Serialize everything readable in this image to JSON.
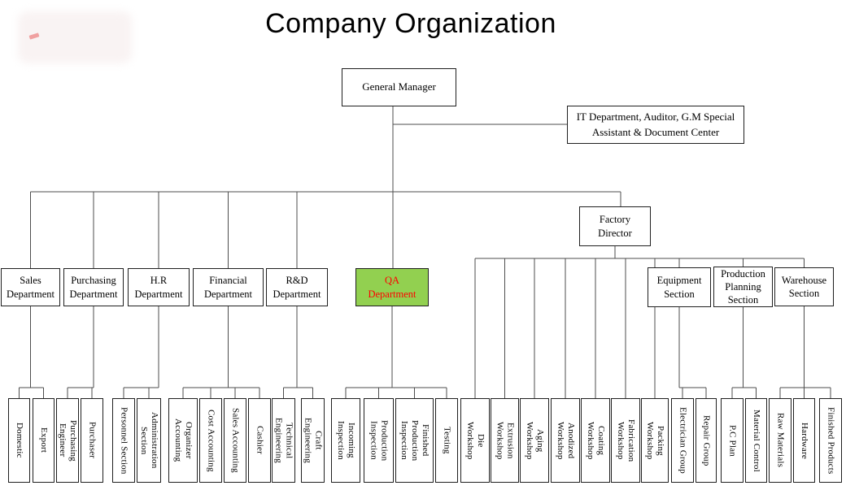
{
  "title": "Company Organization",
  "colors": {
    "qa_fill": "#92d050",
    "qa_text": "#ff0000",
    "connector": "#4d4d4d",
    "box_border": "#1f1f1f",
    "title_color": "#000000"
  },
  "org": {
    "root": {
      "id": "general-manager",
      "label": "General Manager"
    },
    "staff": {
      "id": "it-staff",
      "label": "IT Department, Auditor, G.M Special\nAssistant & Document Center"
    },
    "departments": [
      {
        "id": "sales-department",
        "label": "Sales\nDepartment",
        "children": [
          {
            "id": "domestic",
            "label": "Domestic"
          },
          {
            "id": "export",
            "label": "Export"
          }
        ]
      },
      {
        "id": "purchasing-department",
        "label": "Purchasing\nDepartment",
        "children": [
          {
            "id": "purchasing-engineer",
            "label": "Purchasing\nEngineer"
          },
          {
            "id": "purchaser",
            "label": "Purchaser"
          }
        ]
      },
      {
        "id": "hr-department",
        "label": "H.R\nDepartment",
        "children": [
          {
            "id": "personnel-section",
            "label": "Personnel Section"
          },
          {
            "id": "administration-section",
            "label": "Administration\nSection"
          }
        ]
      },
      {
        "id": "financial-department",
        "label": "Financial\nDepartment",
        "children": [
          {
            "id": "organizer-accounting",
            "label": "Organizer\nAccounting"
          },
          {
            "id": "cost-accounting",
            "label": "Cost Accounting"
          },
          {
            "id": "sales-accounting",
            "label": "Sales Accounting"
          },
          {
            "id": "cashier",
            "label": "Cashier"
          }
        ]
      },
      {
        "id": "rnd-department",
        "label": "R&D\nDepartment",
        "children": [
          {
            "id": "technical-engineering",
            "label": "Technical\nEngineering"
          },
          {
            "id": "craft-engineering",
            "label": "Craft\nEngineering"
          }
        ]
      },
      {
        "id": "qa-department",
        "label": "QA\nDepartment",
        "highlight": true,
        "children": [
          {
            "id": "incoming-inspection",
            "label": "Incoming\nInspection"
          },
          {
            "id": "production-inspection",
            "label": "Production\nInspection"
          },
          {
            "id": "finished-production-inspection",
            "label": "Finished\nProduction\nInspection"
          },
          {
            "id": "testing",
            "label": "Testing"
          }
        ]
      }
    ],
    "factory": {
      "id": "factory-director",
      "label": "Factory\nDirector",
      "workshops": [
        {
          "id": "die-workshop",
          "label": "Die\nWorkshop"
        },
        {
          "id": "extrusion-workshop",
          "label": "Extrusion\nWorkshop"
        },
        {
          "id": "aging-workshop",
          "label": "Aging\nWorkshop"
        },
        {
          "id": "anodized-workshop",
          "label": "Anodized\nWorkshop"
        },
        {
          "id": "coating-workshop",
          "label": "Coating\nWorkshop"
        },
        {
          "id": "fabrication-workshop",
          "label": "Fabrication\nWorkshop"
        },
        {
          "id": "packing-workshop",
          "label": "Packing\nWorkshop"
        }
      ],
      "sections": [
        {
          "id": "equipment-section",
          "label": "Equipment\nSection",
          "children": [
            {
              "id": "electrician-group",
              "label": "Electrician Group"
            },
            {
              "id": "repair-group",
              "label": "Repair Group"
            }
          ]
        },
        {
          "id": "production-planning-section",
          "label": "Production\nPlanning\nSection",
          "children": [
            {
              "id": "pc-plan",
              "label": "P.C Plan"
            },
            {
              "id": "material-control",
              "label": "Material Control"
            }
          ]
        },
        {
          "id": "warehouse-section",
          "label": "Warehouse\nSection",
          "children": [
            {
              "id": "raw-materials",
              "label": "Raw Materials"
            },
            {
              "id": "hardware",
              "label": "Hardware"
            },
            {
              "id": "finished-products",
              "label": "Finished Products"
            }
          ]
        }
      ]
    }
  }
}
